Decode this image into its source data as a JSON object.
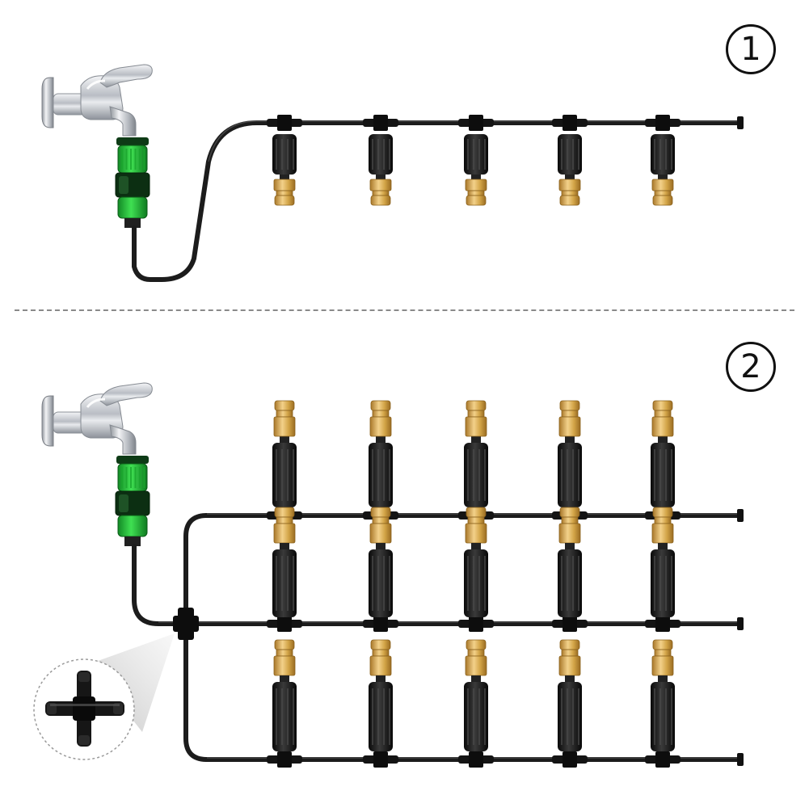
{
  "steps": [
    {
      "number": "1",
      "config": {
        "rows": 1,
        "nozzles_per_row": 5,
        "nozzles_up": 0,
        "nozzles_down": 5
      }
    },
    {
      "number": "2",
      "config": {
        "rows": 3,
        "nozzles_per_row": 5,
        "connector": "cross"
      }
    }
  ],
  "colors": {
    "hose": "#1c1c1c",
    "adapter_green": "#29c23c",
    "adapter_dark": "#0f4a1a",
    "brass": "#d2a447",
    "faucet_chrome": "#c9ccd1",
    "divider": "#8a8a8a"
  },
  "icons": [
    "faucet-icon",
    "hose-adapter-icon",
    "mist-nozzle-icon",
    "tee-connector-icon",
    "cross-connector-icon",
    "end-plug-icon"
  ]
}
